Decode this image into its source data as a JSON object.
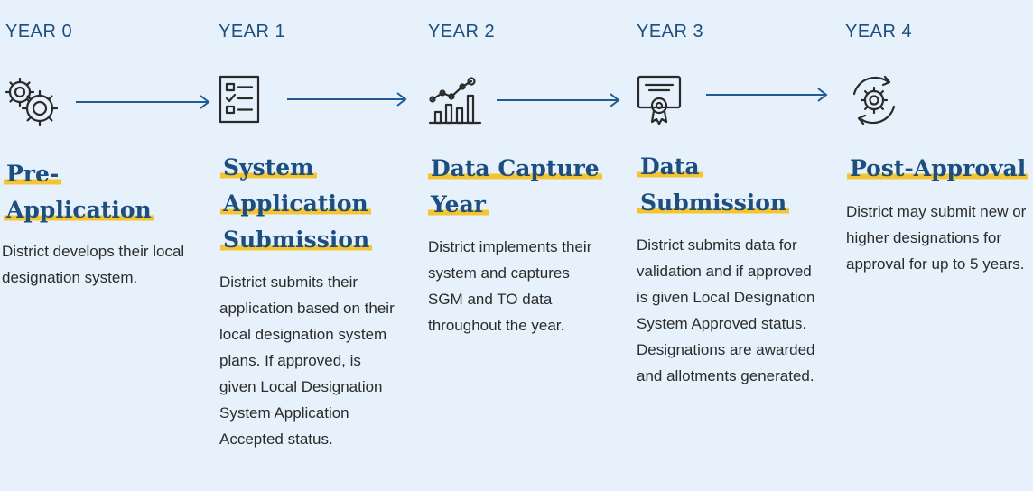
{
  "steps": [
    {
      "year": "YEAR 0",
      "icon": "gears-icon",
      "title": "Pre-Application",
      "description": "District develops their local designation system."
    },
    {
      "year": "YEAR 1",
      "icon": "checklist-icon",
      "title": "System Application Submission",
      "description": "District submits their application based on their local designation system plans. If approved, is given Local Designation System Application Accepted status."
    },
    {
      "year": "YEAR 2",
      "icon": "growth-chart-icon",
      "title": "Data Capture Year",
      "description": "District implements their system and captures SGM and TO data throughout the year."
    },
    {
      "year": "YEAR 3",
      "icon": "certificate-icon",
      "title": "Data Submission",
      "description": "District submits data for validation and if approved is given Local Designation System Approved status. Designations are awarded and allotments generated."
    },
    {
      "year": "YEAR 4",
      "icon": "renewal-gear-icon",
      "title": "Post-Approval",
      "description": "District may submit new or higher designations for approval for up to 5 years."
    }
  ],
  "colors": {
    "primary": "#1d4e80",
    "highlight": "#f5c531",
    "arrow": "#1f5a93",
    "background": "#e6f1fb"
  }
}
